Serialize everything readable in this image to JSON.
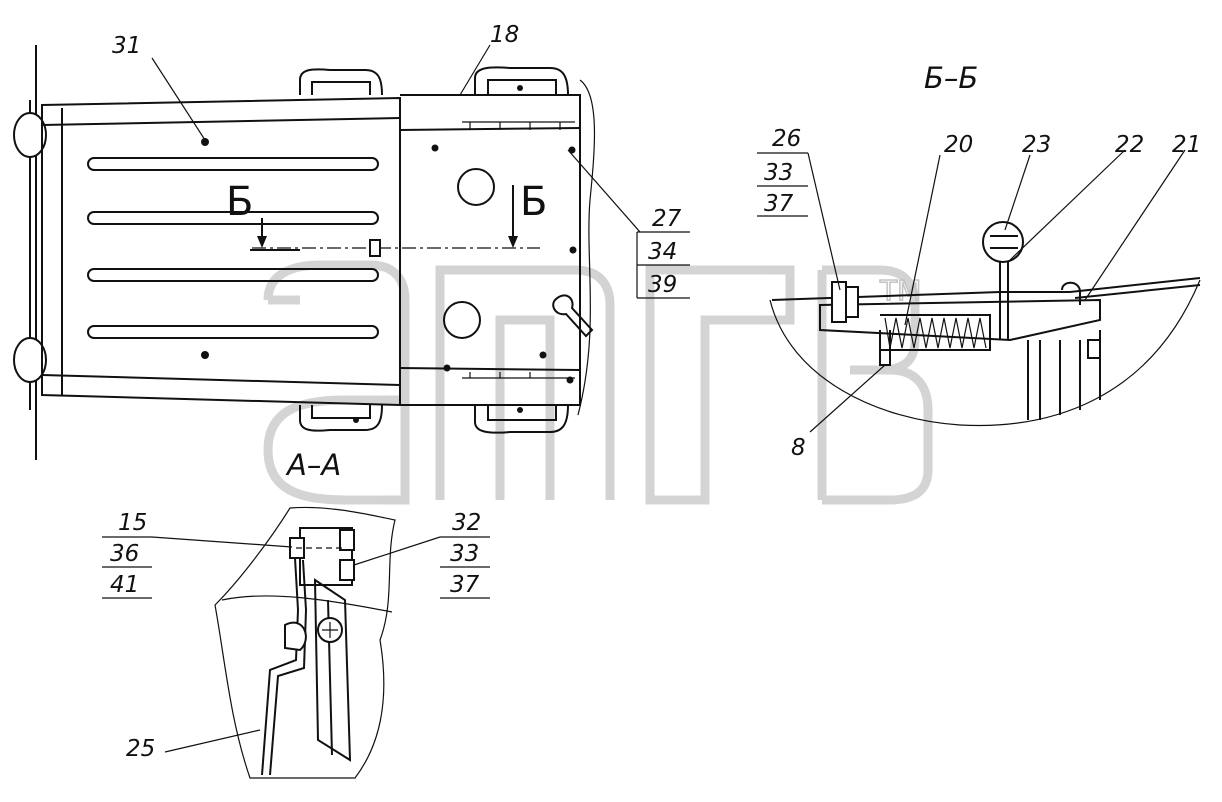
{
  "top_caption": "",
  "sections": {
    "b_b": "Б–Б",
    "a_a": "А–А",
    "cut_left": "Б",
    "cut_right": "Б"
  },
  "callouts": {
    "c31": "31",
    "c18": "18",
    "c27": "27",
    "c34": "34",
    "c39": "39",
    "c26": "26",
    "c33a": "33",
    "c37a": "37",
    "c20": "20",
    "c23": "23",
    "c22": "22",
    "c21": "21",
    "c8": "8",
    "c15": "15",
    "c36": "36",
    "c41": "41",
    "c32": "32",
    "c33b": "33",
    "c37b": "37",
    "c25": "25"
  },
  "watermark": {
    "text": "алгв",
    "tm": "TM"
  }
}
